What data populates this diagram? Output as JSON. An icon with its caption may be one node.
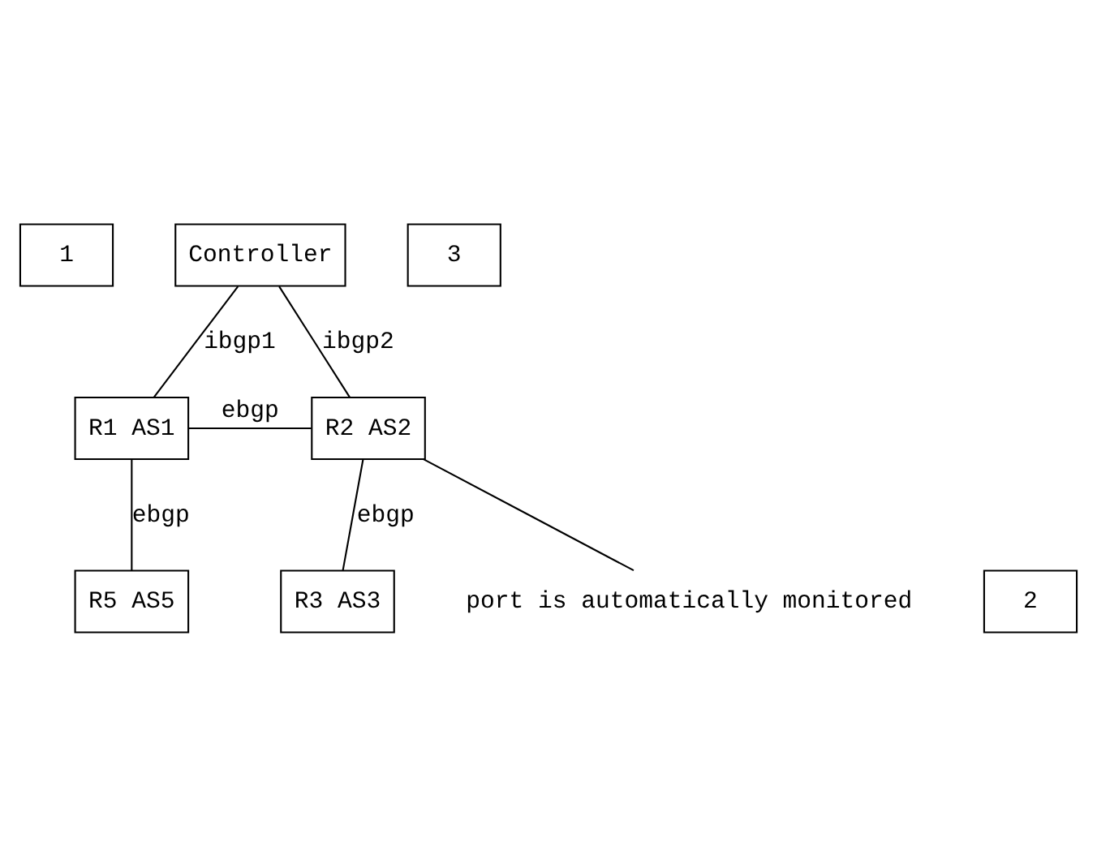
{
  "diagram": {
    "nodes": [
      {
        "text": [
          "Controller"
        ]
      },
      {
        "text": [
          "1"
        ]
      },
      {
        "text": [
          "3"
        ]
      },
      {
        "text": [
          "R1 AS1"
        ]
      },
      {
        "text": [
          "R2 AS2"
        ]
      },
      {
        "text": [
          "2"
        ]
      },
      {
        "text": [
          "R5 AS5"
        ]
      },
      {
        "text": [
          "port is automatically monitored"
        ]
      },
      {
        "text": [
          "R3 AS3"
        ]
      }
    ],
    "edges": [
      {
        "from": 0,
        "to": 3,
        "arrow": "none",
        "label": "ibgp1"
      },
      {
        "from": 0,
        "to": 4,
        "arrow": "none",
        "label": "ibgp2"
      },
      {
        "from": 3,
        "to": 4,
        "arrow": "none",
        "label": "ebgp"
      },
      {
        "from": 3,
        "to": 6,
        "arrow": "none",
        "label": "ebgp"
      },
      {
        "from": 4,
        "to": 8,
        "arrow": "none",
        "label": "ebgp"
      },
      {
        "from": 7,
        "to": 4,
        "arrow": "none"
      }
    ]
  }
}
